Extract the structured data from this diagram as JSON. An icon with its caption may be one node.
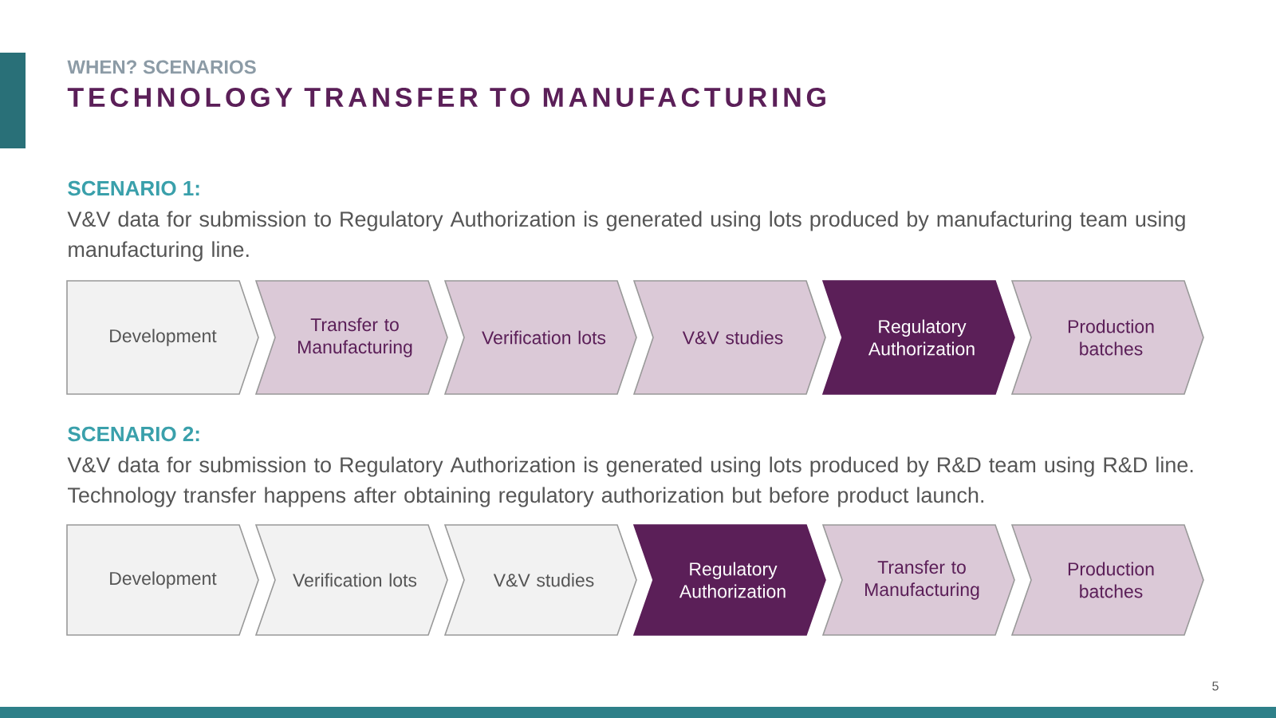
{
  "diagram": {
    "title": "TECHNOLOGY TRANSFER TO MANUFACTURING",
    "nodes": [
      {
        "text": [
          "Development"
        ]
      },
      {
        "text": [
          "Transfer to Manufacturing"
        ]
      },
      {
        "text": [
          "Verification lots"
        ]
      },
      {
        "text": [
          "V&V studies"
        ]
      },
      {
        "text": [
          "Regulatory Authorization"
        ]
      },
      {
        "text": [
          "Production batches"
        ]
      },
      {
        "text": [
          "Development"
        ]
      },
      {
        "text": [
          "Verification lots"
        ]
      },
      {
        "text": [
          "V&V studies"
        ]
      },
      {
        "text": [
          "Regulatory Authorization"
        ]
      },
      {
        "text": [
          "Transfer to Manufacturing"
        ]
      },
      {
        "text": [
          "Production batches"
        ]
      }
    ],
    "labels": [
      "WHEN? SCENARIOS",
      "SCENARIO 1:",
      "V&V data for submission to Regulatory Authorization is generated using lots produced by manufacturing team using manufacturing line.",
      "SCENARIO 2:",
      "V&V data for submission to Regulatory Authorization is generated using lots produced by R&D team using R&D line. Technology transfer happens after obtaining regulatory authorization but before product launch.",
      "5"
    ]
  }
}
